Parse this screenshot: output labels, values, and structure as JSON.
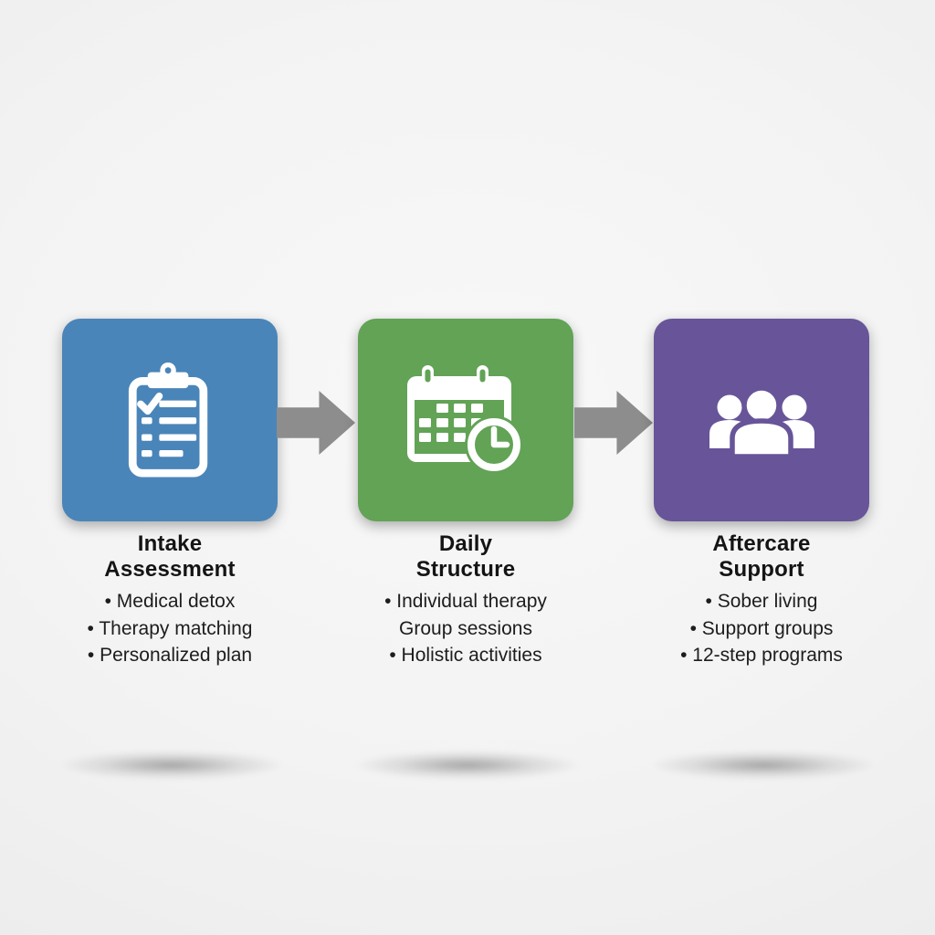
{
  "diagram": {
    "description": "Three-step treatment process flow",
    "background_color": "#f3f3f3",
    "arrow_color": "#8d8d8d",
    "text_color": "#1d1d1d",
    "steps": [
      {
        "title_line1": "Intake",
        "title_line2": "Assessment",
        "color": "#4a85b9",
        "icon": "clipboard-checklist-icon",
        "bullets": [
          "• Medical detox",
          "• Therapy matching",
          "• Personalized plan"
        ]
      },
      {
        "title_line1": "Daily",
        "title_line2": "Structure",
        "color": "#62a356",
        "icon": "calendar-clock-icon",
        "bullets": [
          "• Individual therapy",
          "Group sessions",
          "• Holistic activities"
        ]
      },
      {
        "title_line1": "Aftercare",
        "title_line2": "Support",
        "color": "#675499",
        "icon": "people-group-icon",
        "bullets": [
          "• Sober living",
          "• Support groups",
          "• 12-step programs"
        ]
      }
    ]
  }
}
